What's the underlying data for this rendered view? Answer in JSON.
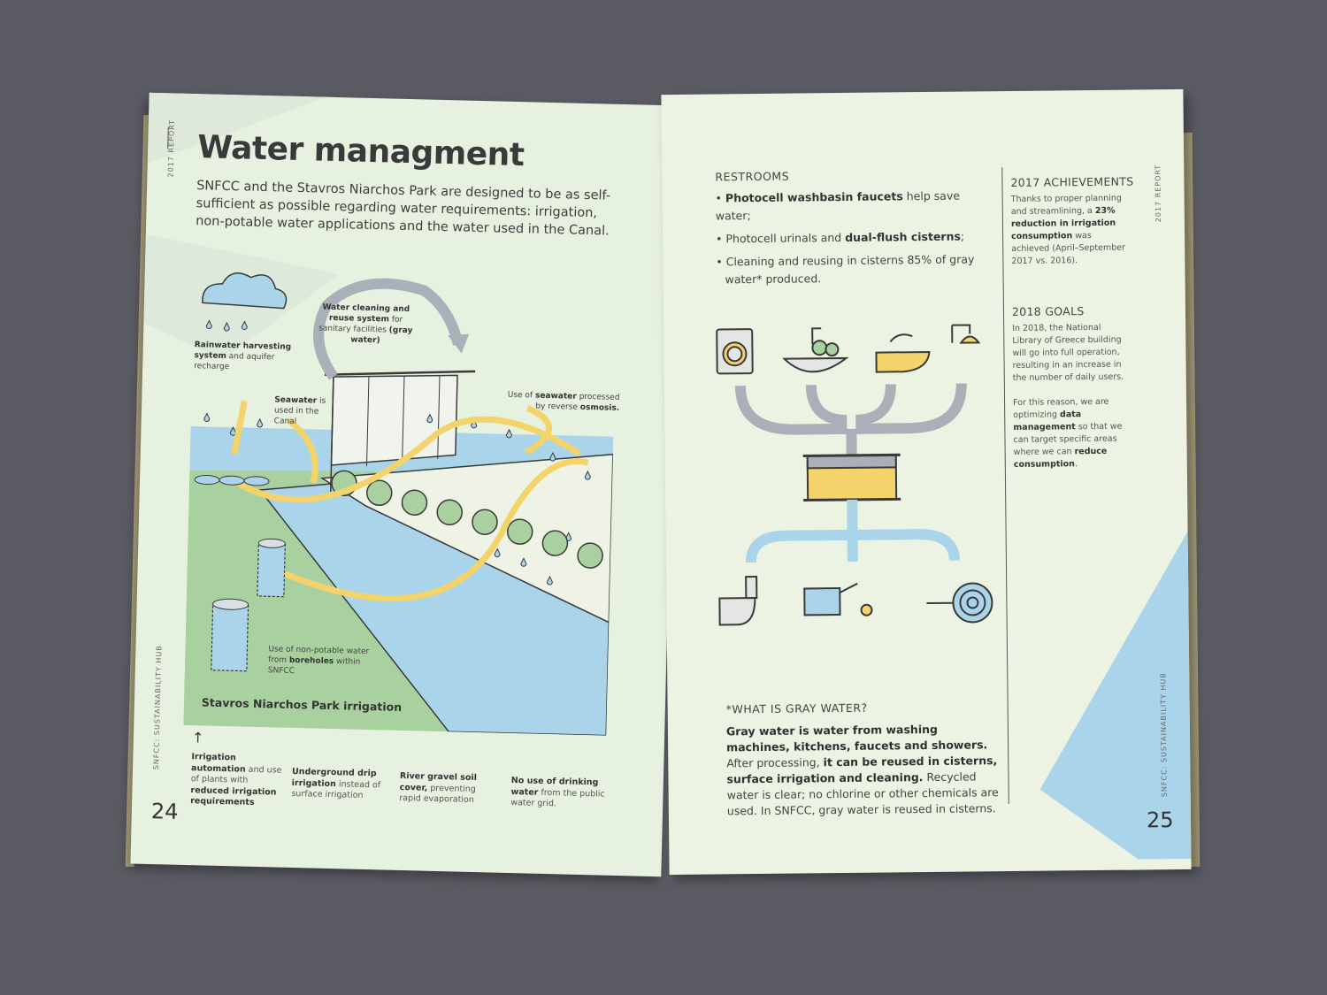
{
  "left": {
    "vertical_report": "2017 REPORT",
    "title": "Water managment",
    "intro": "SNFCC and the Stavros Niarchos Park are designed to be as self-sufficient as possible regarding water requirements: irrigation, non-potable water applications and the water used in the Canal.",
    "labels": {
      "rainwater_bold": "Rainwater harvesting system",
      "rainwater_rest": " and aquifer recharge",
      "cleaning_bold": "Water cleaning and reuse system",
      "cleaning_rest": " for sanitary facilities",
      "cleaning_gray": "(gray water)",
      "seawater_bold": "Seawater",
      "seawater_rest": "is used in the Canal",
      "seawater_use_pre": "Use of ",
      "seawater_use_bold": "seawater",
      "seawater_use_mid": " processed by reverse ",
      "seawater_use_bold2": "osmosis.",
      "borehole_pre": "Use of non-potable water from ",
      "borehole_bold": "boreholes",
      "borehole_rest": " within SNFCC",
      "park_irrigation": "Stavros Niarchos Park irrigation"
    },
    "arrow_up": "↑",
    "captions": [
      {
        "bold": "Irrigation automation",
        "rest1": " and use of plants with ",
        "bold2": "reduced irrigation requirements",
        "rest2": ""
      },
      {
        "bold": "Underground drip irrigation",
        "rest1": " instead of surface irrigation",
        "bold2": "",
        "rest2": ""
      },
      {
        "bold": "River gravel soil cover,",
        "rest1": " preventing rapid evaporation",
        "bold2": "",
        "rest2": ""
      },
      {
        "bold": "No use of drinking water",
        "rest1": " from the public water grid.",
        "bold2": "",
        "rest2": ""
      }
    ],
    "vertical_hub": "SNFCC: SUSTAINABILITY HUB",
    "page_number": "24"
  },
  "right": {
    "restrooms_heading": "RESTROOMS",
    "restrooms": [
      {
        "bold": "Photocell washbasin faucets",
        "rest": " help save water;"
      },
      {
        "pre": "Photocell urinals and ",
        "bold": "dual-flush cisterns",
        "rest": ";"
      },
      {
        "pre": "Cleaning and reusing in cisterns 85% of gray water* produced."
      }
    ],
    "achievements_heading": "2017 ACHIEVEMENTS",
    "achievements": {
      "pre": "Thanks to proper planning and streamlining, a ",
      "bold": "23% reduction in irrigation consumption",
      "rest": " was achieved (April–September 2017 vs. 2016)."
    },
    "goals_heading": "2018 GOALS",
    "goals_p1": "In 2018, the National Library of Greece building will go into full operation, resulting in an increase in the number of daily users.",
    "goals_p2": {
      "pre": "For this reason, we are optimizing ",
      "bold": "data management",
      "mid": " so that we can target specific areas where we can ",
      "bold2": "reduce consumption",
      "rest": "."
    },
    "gray_heading": "*WHAT IS GRAY WATER?",
    "gray_bold1": "Gray water is water from washing machines, kitchens, faucets and showers.",
    "gray_mid": " After processing, ",
    "gray_bold2": "it can be reused in cisterns, surface irrigation and cleaning.",
    "gray_rest": " Recycled water is clear; no chlorine or other chemicals are used. In SNFCC, gray water is reused in cisterns.",
    "vertical_report": "2017 REPORT",
    "vertical_hub": "SNFCC: SUSTAINABILITY HUB",
    "page_number": "25"
  },
  "colors": {
    "background": "#5b5b63",
    "paper": "#e7f1e0",
    "water_blue": "#a9d4ea",
    "grass_green": "#a9d1a0",
    "arrow_yellow": "#f4d36b",
    "outline": "#3a3a3a"
  }
}
